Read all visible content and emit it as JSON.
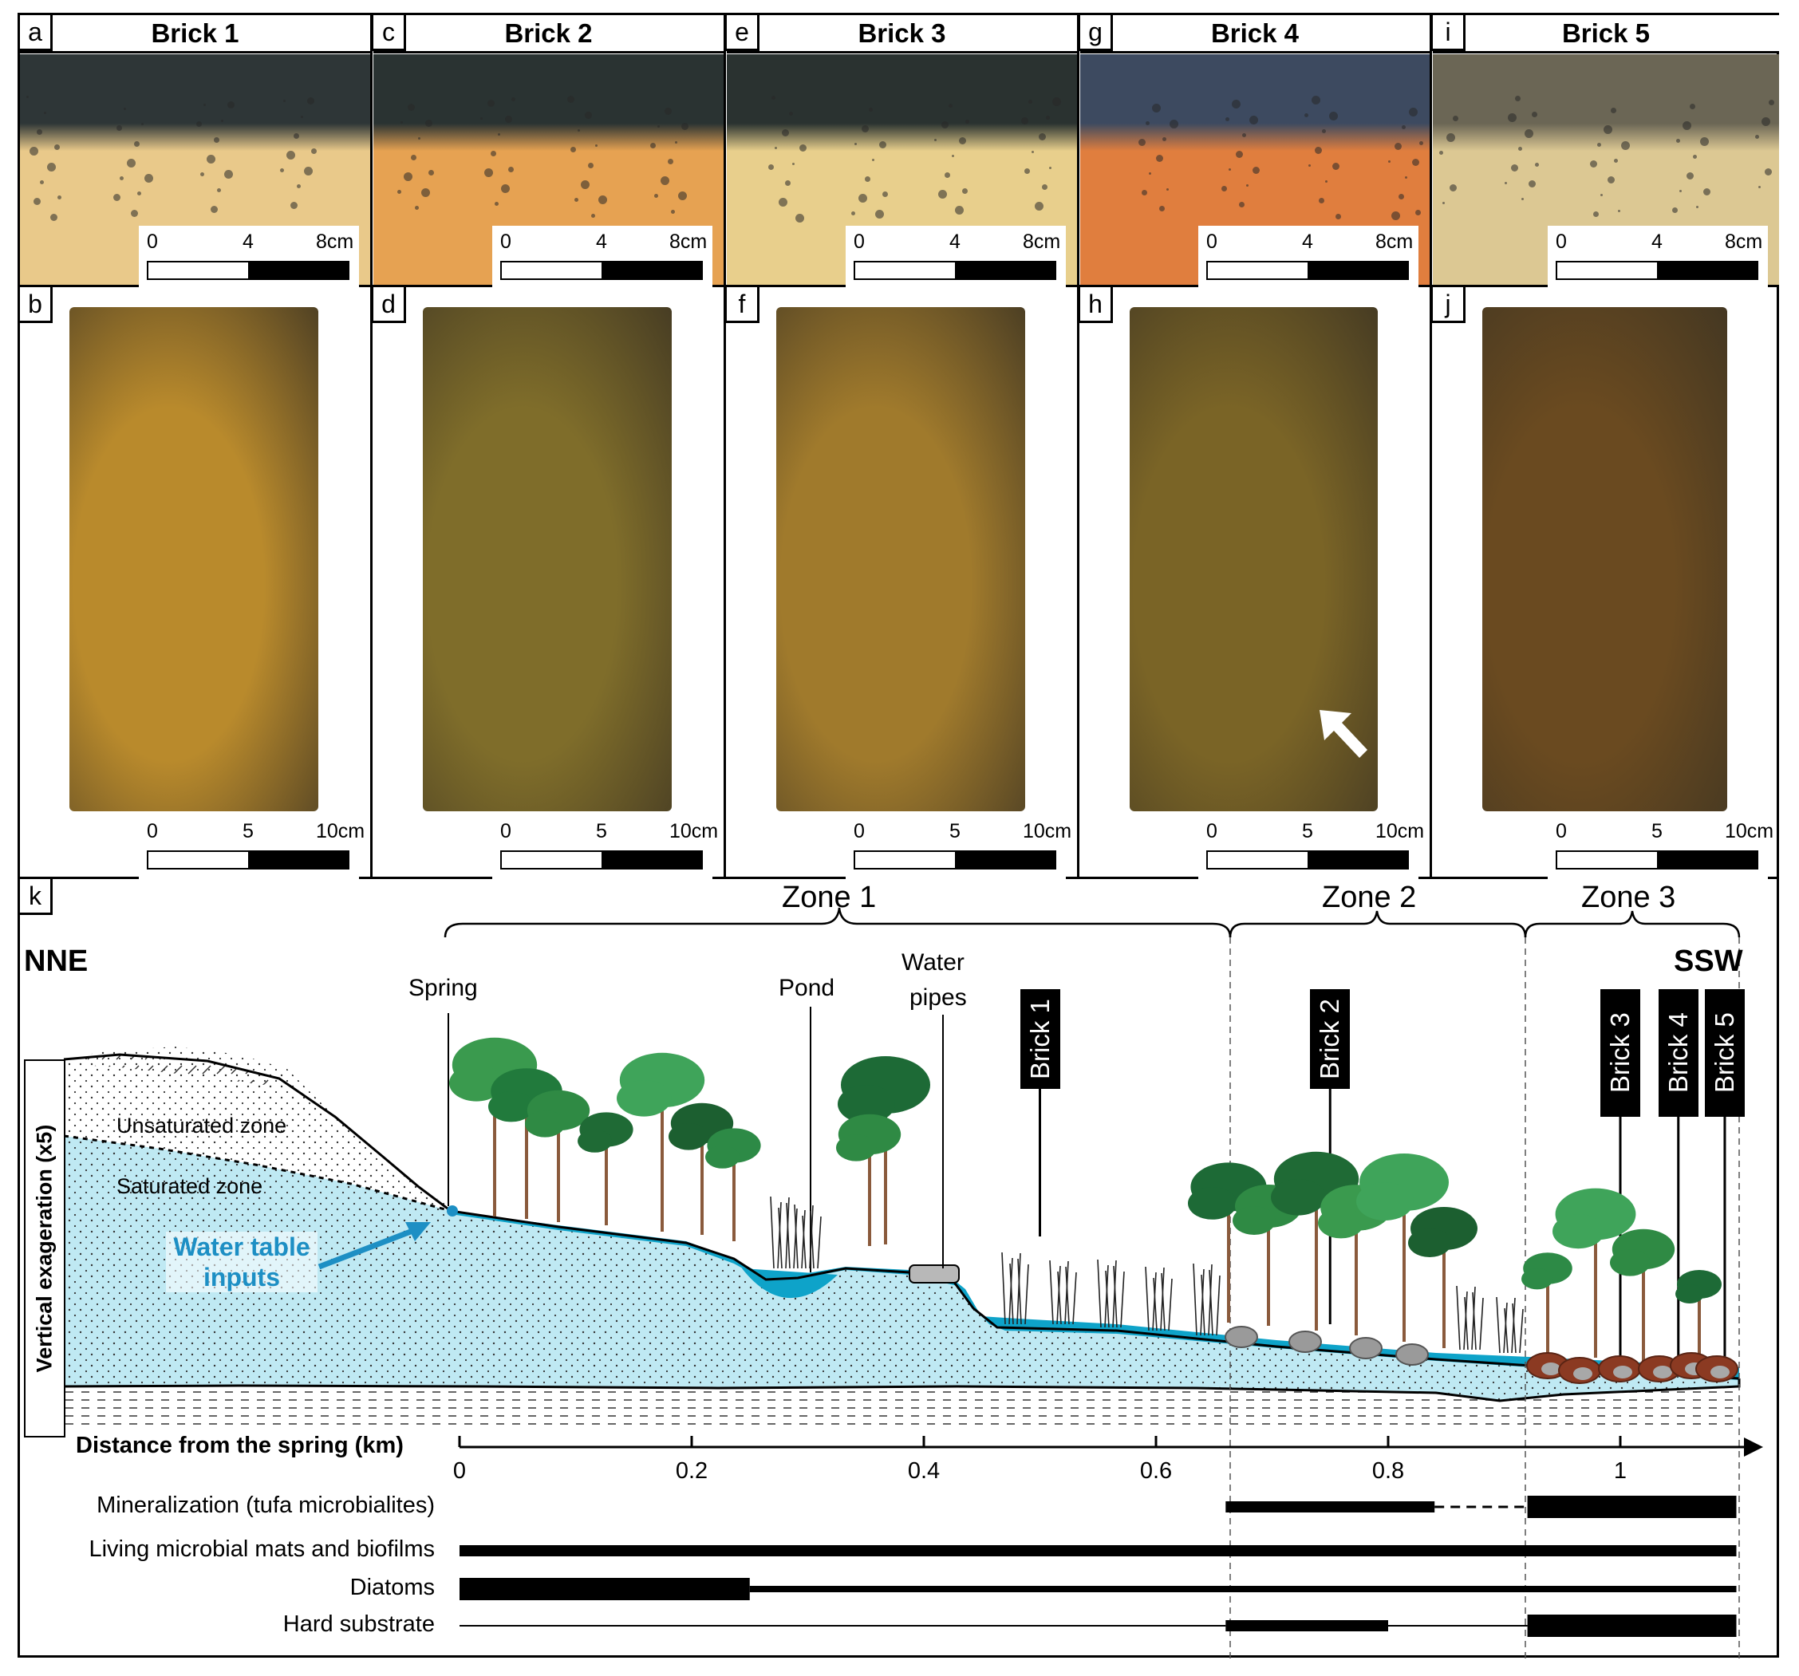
{
  "panels": [
    {
      "brick": "Brick 1",
      "top_label": "a",
      "bottom_label": "b",
      "top_colors": [
        "#2e3637",
        "#e9c98a"
      ],
      "bottom_color": "#b98a2c"
    },
    {
      "brick": "Brick 2",
      "top_label": "c",
      "bottom_label": "d",
      "top_colors": [
        "#2a3332",
        "#e6a252"
      ],
      "bottom_color": "#7f6d2a"
    },
    {
      "brick": "Brick 3",
      "top_label": "e",
      "bottom_label": "f",
      "top_colors": [
        "#2a3230",
        "#e8cf8c"
      ],
      "bottom_color": "#a07a2c"
    },
    {
      "brick": "Brick 4",
      "top_label": "g",
      "bottom_label": "h",
      "top_colors": [
        "#3d4a60",
        "#e07e3e"
      ],
      "bottom_color": "#7a6426"
    },
    {
      "brick": "Brick 5",
      "top_label": "i",
      "bottom_label": "j",
      "top_colors": [
        "#6b6655",
        "#dcc893"
      ],
      "bottom_color": "#6a4a20"
    }
  ],
  "scale_top": {
    "ticks": [
      "0",
      "4",
      "8cm"
    ]
  },
  "scale_bottom": {
    "ticks": [
      "0",
      "5",
      "10cm"
    ]
  },
  "section": {
    "label": "k",
    "zones": [
      "Zone 1",
      "Zone 2",
      "Zone 3"
    ],
    "left_dir": "NNE",
    "right_dir": "SSW",
    "vertical_label": "Vertical exageration (x5)",
    "unsaturated": "Unsaturated zone",
    "saturated": "Saturated zone",
    "water_inputs": [
      "Water table",
      "inputs"
    ],
    "features": {
      "spring": "Spring",
      "pond": "Pond",
      "pipes": [
        "Water",
        "pipes"
      ]
    },
    "bricks": [
      "Brick 1",
      "Brick 2",
      "Brick 3",
      "Brick 4",
      "Brick 5"
    ],
    "colors": {
      "water": "#0ea3c9",
      "aquifer": "#bfe9f3",
      "accent": "#1d8fc4"
    }
  },
  "chart_data": {
    "type": "table",
    "xlabel": "Distance from the spring (km)",
    "xticks": [
      "0",
      "0.2",
      "0.4",
      "0.6",
      "0.8",
      "1"
    ],
    "xlim": [
      0,
      1.1
    ],
    "brick_positions_km": [
      0.5,
      0.75,
      1.0,
      1.05,
      1.09
    ],
    "zone_bounds_km": [
      [
        0,
        0.66
      ],
      [
        0.66,
        0.92
      ],
      [
        0.92,
        1.1
      ]
    ],
    "feature_positions_km": {
      "Spring": 0,
      "Pond": 0.3,
      "Water pipes": 0.42
    },
    "rows": [
      {
        "name": "Mineralization (tufa microbialites)",
        "segments": [
          [
            0.66,
            0.84,
            "thick"
          ],
          [
            0.84,
            0.92,
            "dashed"
          ],
          [
            0.92,
            1.1,
            "xthick"
          ]
        ]
      },
      {
        "name": "Living microbial mats and biofilms",
        "segments": [
          [
            0,
            1.1,
            "thick"
          ]
        ]
      },
      {
        "name": "Diatoms",
        "segments": [
          [
            0,
            0.25,
            "xthick"
          ],
          [
            0.25,
            1.1,
            "medium"
          ]
        ]
      },
      {
        "name": "Hard substrate",
        "segments": [
          [
            0,
            0.66,
            "thin"
          ],
          [
            0.66,
            0.8,
            "thick"
          ],
          [
            0.8,
            0.92,
            "thin"
          ],
          [
            0.92,
            1.1,
            "xthick"
          ]
        ]
      }
    ]
  }
}
